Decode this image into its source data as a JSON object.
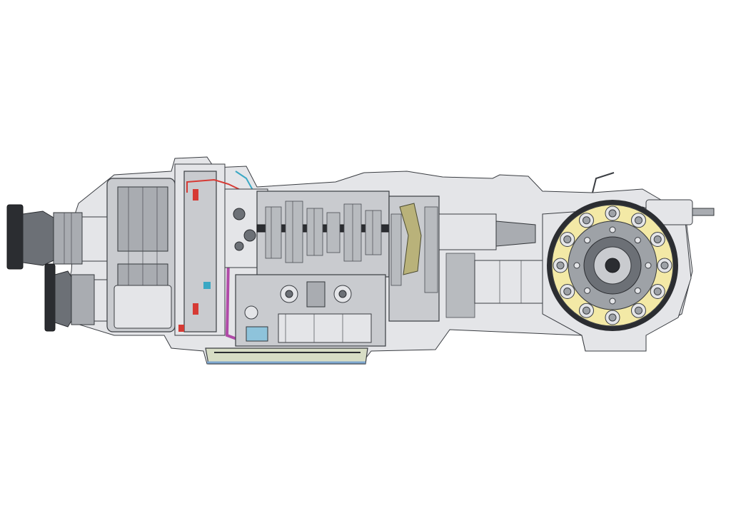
{
  "colors": {
    "background": "#ffffff",
    "housing": "#c9cbcf",
    "housing_light": "#e4e5e8",
    "shaft_dark": "#2b2d31",
    "oil_line_magenta": "#b04aa8",
    "oil_line_red": "#d63a34",
    "oil_line_cyan": "#3aa8c4",
    "crown_wheel_yellow": "#f3e9a6",
    "sump_blue": "#7ea7cf",
    "fork_olive": "#b9b27a"
  },
  "components": [
    "input-flange-upper",
    "input-flange-lower",
    "clutch-housing",
    "oil-pump-plate",
    "gear-cluster",
    "shift-fork",
    "valve-body",
    "oil-sump",
    "crown-wheel",
    "differential-housing"
  ],
  "crown_wheel": {
    "bolt_count": 12
  }
}
